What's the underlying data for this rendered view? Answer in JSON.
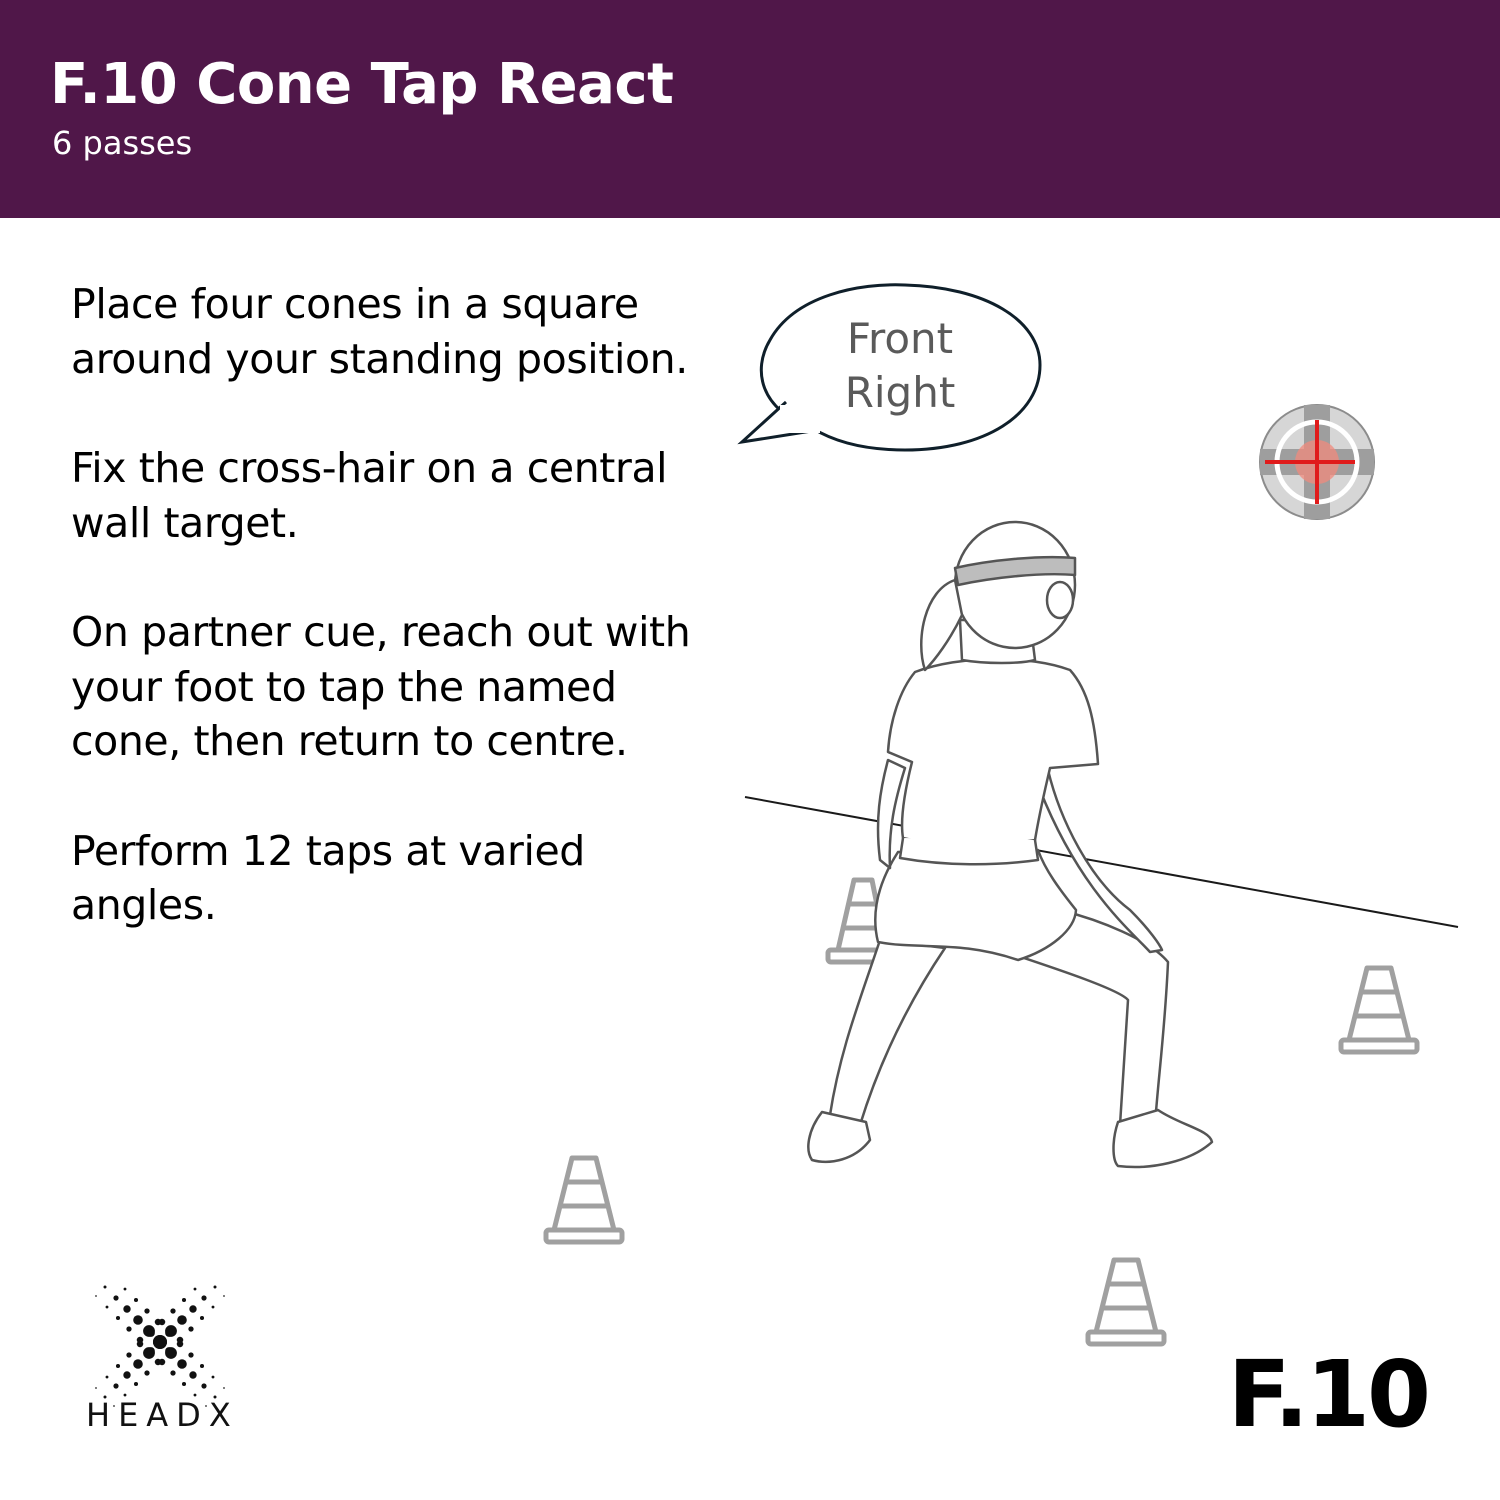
{
  "header": {
    "title": "F.10 Cone Tap React",
    "subtitle": "6 passes",
    "background_color": "#501749"
  },
  "instructions": {
    "steps": [
      "Place four cones in a square around your standing position.",
      "Fix the cross-hair on a central wall target.",
      "On partner cue, reach out with your foot to tap the named cone, then return to centre.",
      "Perform 12 taps at varied angles."
    ]
  },
  "speech_bubble": {
    "line1": "Front",
    "line2": "Right"
  },
  "illustration": {
    "icons": [
      "crosshair-target-icon",
      "traffic-cone-icon",
      "athlete-figure"
    ],
    "cone_count": 4
  },
  "brand": {
    "wordmark": "HEADX"
  },
  "badge": {
    "code": "F.10"
  }
}
